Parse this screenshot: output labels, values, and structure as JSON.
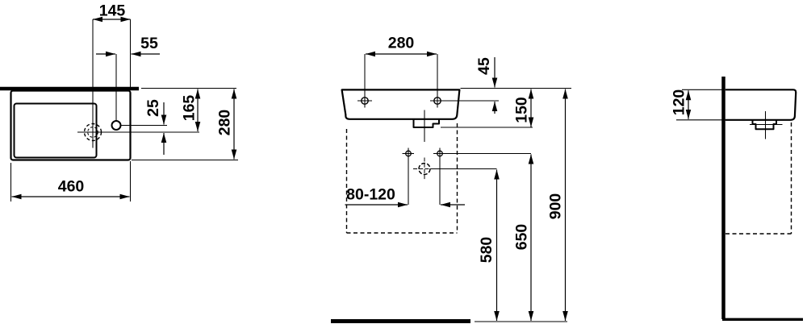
{
  "colors": {
    "line": "#000000",
    "background": "#ffffff"
  },
  "views": {
    "plan": {
      "dims": {
        "drain_offset": "145",
        "tap_offset": "55",
        "tap_to_drain": "25",
        "wall_to_drain": "165",
        "depth": "280",
        "width": "460"
      }
    },
    "front": {
      "dims": {
        "hole_spacing": "280",
        "rim_to_holes": "45",
        "body_height": "150",
        "supply_spacing": "80-120",
        "floor_to_waste": "580",
        "floor_to_supply": "650",
        "floor_to_rim": "900"
      }
    },
    "side": {
      "dims": {
        "front_height": "120"
      }
    }
  }
}
